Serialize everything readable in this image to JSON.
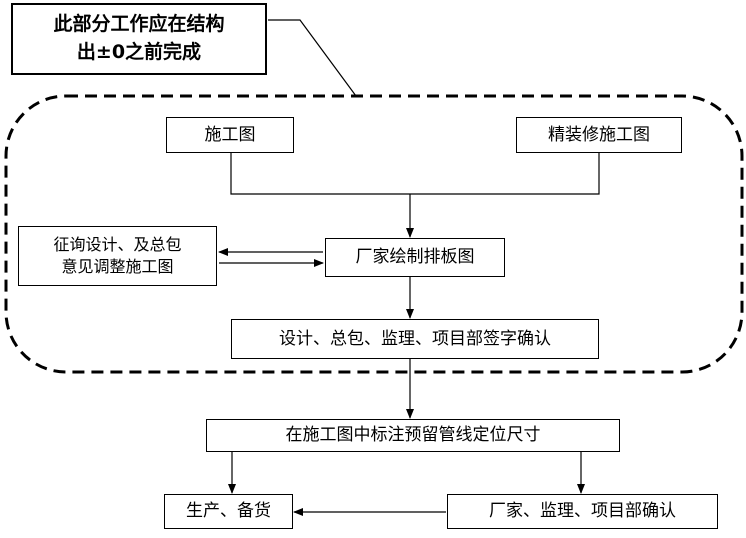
{
  "note": {
    "line1": "此部分工作应在结构",
    "line2": "出±0之前完成"
  },
  "nodes": {
    "construction_drawing": "施工图",
    "finishing_drawing": "精装修施工图",
    "consult_line1": "征询设计、及总包",
    "consult_line2": "意见调整施工图",
    "vendor_layout": "厂家绘制排板图",
    "sign_off": "设计、总包、监理、项目部签字确认",
    "mark_dimensions": "在施工图中标注预留管线定位尺寸",
    "production": "生产、备货",
    "vendor_confirm": "厂家、监理、项目部确认"
  }
}
